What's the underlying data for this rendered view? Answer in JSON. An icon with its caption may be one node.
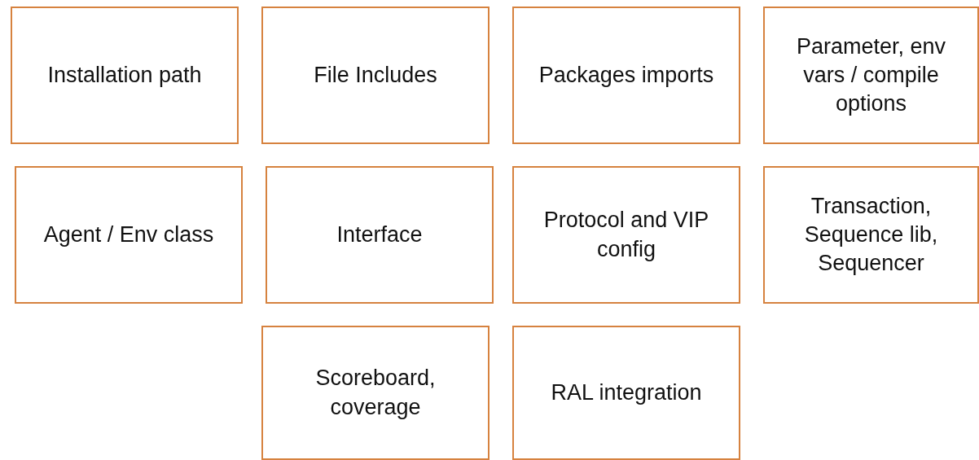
{
  "diagram": {
    "nodes": [
      {
        "text": [
          "Installation path"
        ]
      },
      {
        "text": [
          "File Includes"
        ]
      },
      {
        "text": [
          "Packages imports"
        ]
      },
      {
        "text": [
          "Parameter, env vars / compile options"
        ]
      },
      {
        "text": [
          "Agent / Env class"
        ]
      },
      {
        "text": [
          "Interface"
        ]
      },
      {
        "text": [
          "Protocol and VIP config"
        ]
      },
      {
        "text": [
          "Transaction, Sequence lib, Sequencer"
        ]
      },
      {
        "text": [
          "Scoreboard, coverage"
        ]
      },
      {
        "text": [
          "RAL integration"
        ]
      }
    ]
  }
}
